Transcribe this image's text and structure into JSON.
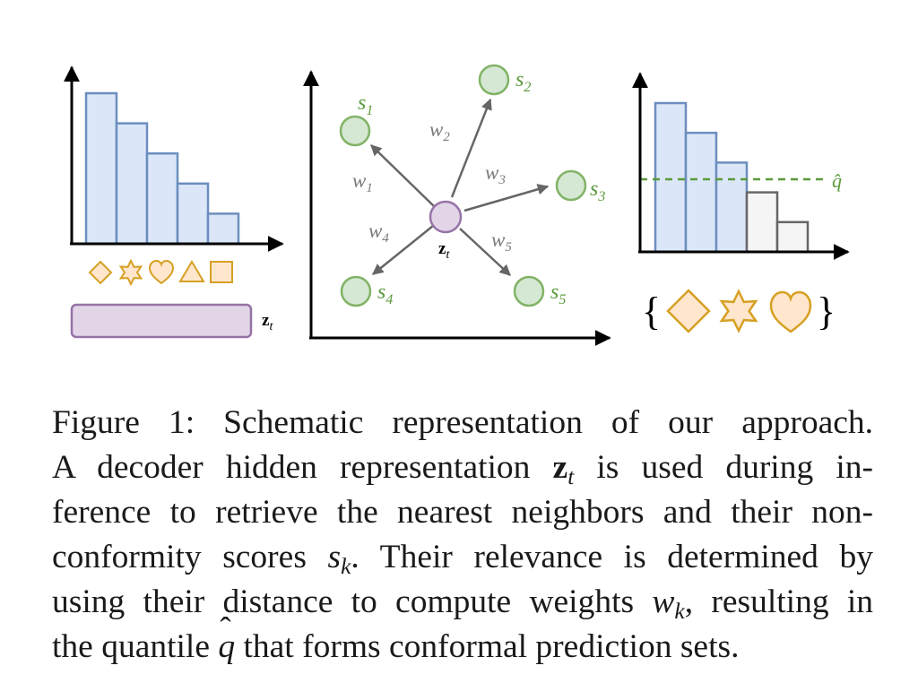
{
  "figure": {
    "left_panel": {
      "histogram": {
        "values": [
          5,
          4,
          3,
          2,
          1
        ]
      },
      "token_shapes": [
        "diamond-icon",
        "star-icon",
        "heart-icon",
        "triangle-icon",
        "square-icon"
      ],
      "hidden_label": "z",
      "hidden_sub": "t"
    },
    "middle_panel": {
      "center_label": "z",
      "center_sub": "t",
      "neighbors": [
        {
          "label": "s",
          "sub": "1",
          "weight": "w",
          "weight_sub": "1"
        },
        {
          "label": "s",
          "sub": "2",
          "weight": "w",
          "weight_sub": "2"
        },
        {
          "label": "s",
          "sub": "3",
          "weight": "w",
          "weight_sub": "3"
        },
        {
          "label": "s",
          "sub": "4",
          "weight": "w",
          "weight_sub": "4"
        },
        {
          "label": "s",
          "sub": "5",
          "weight": "w",
          "weight_sub": "5"
        }
      ]
    },
    "right_panel": {
      "histogram": {
        "values": [
          5,
          4,
          3,
          2,
          1
        ],
        "above_threshold": 3
      },
      "threshold_label": "q̂",
      "prediction_set": [
        "diamond-icon",
        "star-icon",
        "heart-icon"
      ],
      "brace_open": "{",
      "brace_close": "}"
    },
    "colors": {
      "bar_fill": "#dbe7f8",
      "bar_stroke": "#6c8ebf",
      "gray_fill": "#f5f5f5",
      "gray_stroke": "#666666",
      "token_fill": "#ffe6cc",
      "token_stroke": "#d6a023",
      "green_fill": "#d5e8d4",
      "green_stroke": "#82b366",
      "green_text": "#5b9a3b",
      "purple_fill": "#e1d5e7",
      "purple_stroke": "#9673a6",
      "arrow": "#666666",
      "weight_text": "#7a7a7a"
    }
  },
  "caption": {
    "l1_a": "Figure 1: Schematic representation of our approach.",
    "l2_a": "A decoder hidden representation ",
    "l2_sym": "z",
    "l2_sub": "t",
    "l2_b": " is used during in-",
    "l3_a": "ference to retrieve the nearest neighbors and their non-",
    "l4_a": "conformity scores ",
    "l4_sym": "s",
    "l4_sub": "k",
    "l4_b": ". Their relevance is determined by",
    "l5_a": "using their distance to compute weights ",
    "l5_sym": "w",
    "l5_sub": "k",
    "l5_b": ", resulting in",
    "l6_a": "the quantile ",
    "l6_sym": "q",
    "l6_acc": "ˆ",
    "l6_b": " that forms conformal prediction sets."
  }
}
